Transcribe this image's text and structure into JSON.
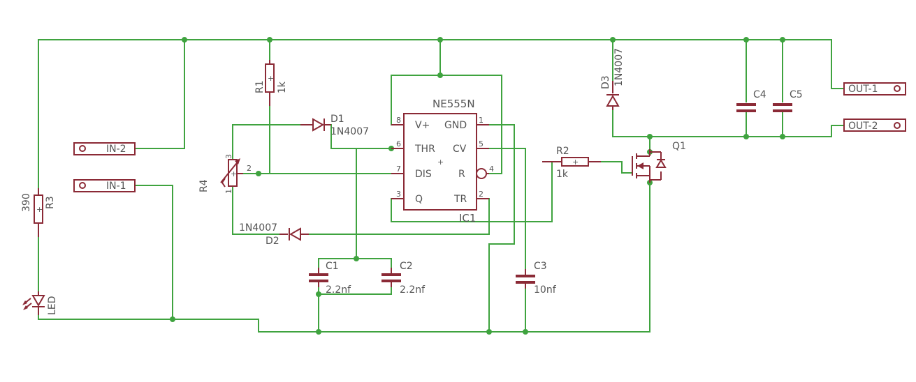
{
  "ic1": {
    "name": "IC1",
    "value": "NE555N",
    "pins": {
      "vplus": "V+",
      "gnd": "GND",
      "thr": "THR",
      "cv": "CV",
      "dis": "DIS",
      "r": "R",
      "q": "Q",
      "tr": "TR"
    },
    "pin_numbers": {
      "p8": "8",
      "p1": "1",
      "p6": "6",
      "p5": "5",
      "p7": "7",
      "p4": "4",
      "p3": "3",
      "p2": "2"
    }
  },
  "r1": {
    "name": "R1",
    "value": "1k"
  },
  "r2": {
    "name": "R2",
    "value": "1k"
  },
  "r3": {
    "name": "R3",
    "value": "390"
  },
  "r4": {
    "name": "R4",
    "pins": {
      "p1": "1",
      "p2": "2",
      "p3": "3"
    }
  },
  "d1": {
    "name": "D1",
    "value": "1N4007"
  },
  "d2": {
    "name": "D2",
    "value": "1N4007"
  },
  "d3": {
    "name": "D3",
    "value": "1N4007"
  },
  "led": {
    "name": "LED"
  },
  "c1": {
    "name": "C1",
    "value": "2.2nf"
  },
  "c2": {
    "name": "C2",
    "value": "2.2nf"
  },
  "c3": {
    "name": "C3",
    "value": "10nf"
  },
  "c4": {
    "name": "C4"
  },
  "c5": {
    "name": "C5"
  },
  "q1": {
    "name": "Q1"
  },
  "connectors": {
    "in1": "IN-1",
    "in2": "IN-2",
    "out1": "OUT-1",
    "out2": "OUT-2"
  },
  "plus_mark": "+"
}
